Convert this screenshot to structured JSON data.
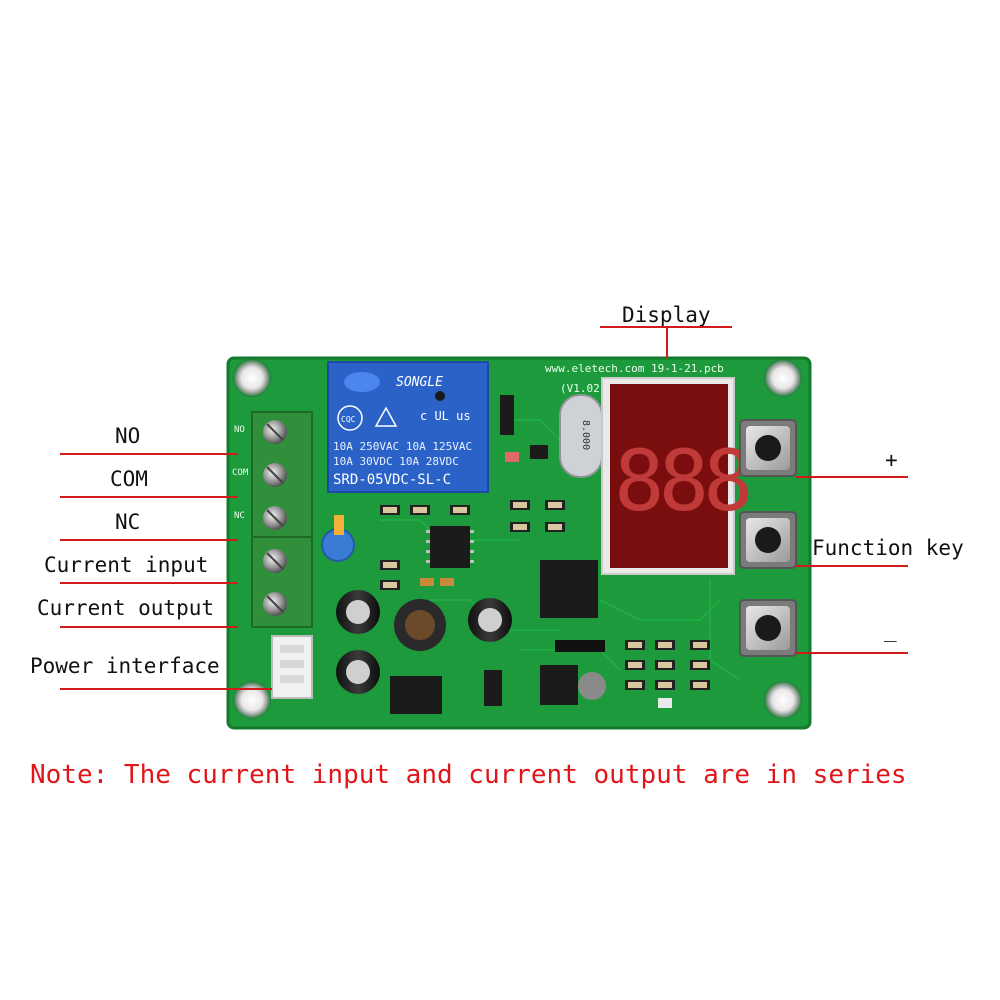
{
  "labels": {
    "no": "NO",
    "com": "COM",
    "nc": "NC",
    "current_input": "Current input",
    "current_output": "Current output",
    "power_interface": "Power interface",
    "display": "Display",
    "plus": "+",
    "function_key": "Function key",
    "minus": "_"
  },
  "relay": {
    "brand": "SONGLE",
    "rating_1": "10A 250VAC  10A 125VAC",
    "rating_2": "10A  30VDC  10A  28VDC",
    "model": "SRD-05VDC-SL-C",
    "cqc": "CQC",
    "ul": "c UL us"
  },
  "board": {
    "pcb_text": "www.eletech.com 19-1-21.pcb",
    "version": "(V1.02)",
    "crystal": "8.000",
    "terminal_silk": [
      "NO",
      "COM",
      "NC"
    ],
    "display_digits": "888"
  },
  "note": "Note: The current input and current output are in series",
  "colors": {
    "pcb": "#1c9a3c",
    "pcb_dark": "#157a2e",
    "relay": "#2a62c8",
    "terminal": "#2f8f3a",
    "display": "#8a1010",
    "note": "#e0161b",
    "leader": "#d11a1a"
  }
}
